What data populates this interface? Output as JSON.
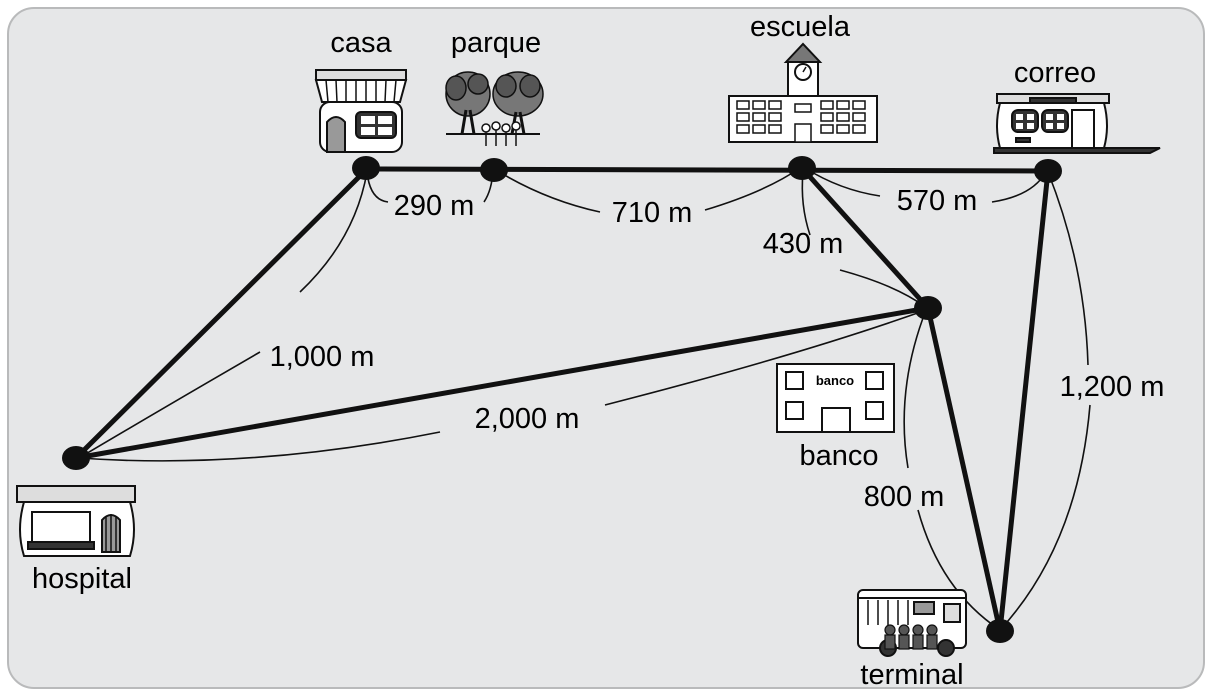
{
  "places": {
    "casa": "casa",
    "parque": "parque",
    "escuela": "escuela",
    "correo": "correo",
    "hospital": "hospital",
    "banco": "banco",
    "terminal": "terminal"
  },
  "bank_sign": "banco",
  "distances": {
    "casa_parque": "290 m",
    "parque_escuela": "710 m",
    "escuela_correo": "570 m",
    "escuela_banco": "430 m",
    "casa_hospital": "1,000 m",
    "hospital_banco": "2,000 m",
    "banco_terminal": "800 m",
    "correo_terminal": "1,200 m"
  },
  "icons": [
    "house-icon",
    "park-icon",
    "school-icon",
    "post-office-icon",
    "hospital-icon",
    "bank-icon",
    "bus-icon"
  ],
  "colors": {
    "background": "#e6e7e8",
    "ink": "#111111"
  }
}
